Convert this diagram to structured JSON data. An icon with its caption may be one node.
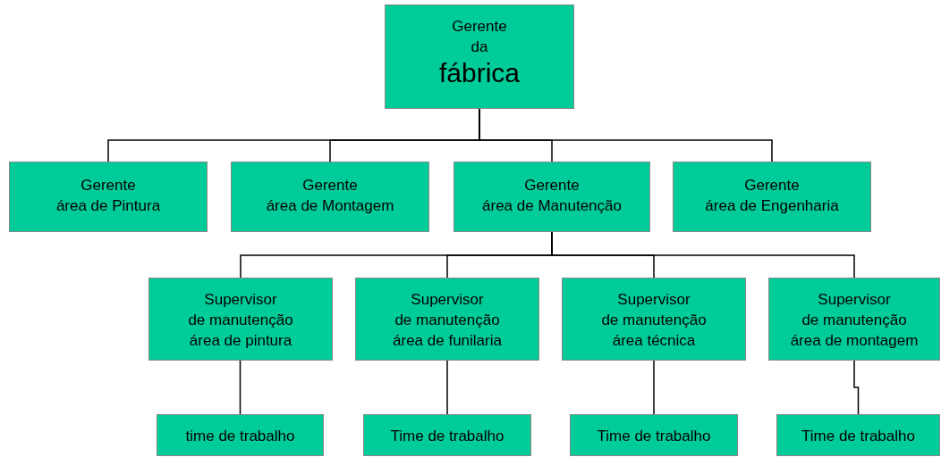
{
  "diagram": {
    "nodes": [
      {
        "text": [
          "Gerente",
          "da",
          "fábrica"
        ]
      },
      {
        "text": [
          "Gerente",
          "área de Pintura"
        ]
      },
      {
        "text": [
          "Gerente",
          "área de Montagem"
        ]
      },
      {
        "text": [
          "Gerente",
          "área de Manutenção"
        ]
      },
      {
        "text": [
          "Gerente",
          "área de Engenharia"
        ]
      },
      {
        "text": [
          "Supervisor",
          "de manutenção",
          "área de pintura"
        ]
      },
      {
        "text": [
          "Supervisor",
          "de manutenção",
          "área de funilaria"
        ]
      },
      {
        "text": [
          "Supervisor",
          "de manutenção",
          "área técnica"
        ]
      },
      {
        "text": [
          "Supervisor",
          "de manutenção",
          "área de montagem"
        ]
      },
      {
        "text": [
          "time de trabalho"
        ]
      },
      {
        "text": [
          "Time de trabalho"
        ]
      },
      {
        "text": [
          "Time de trabalho"
        ]
      },
      {
        "text": [
          "Time de trabalho"
        ]
      }
    ],
    "edges": [
      {
        "from": 0,
        "to": 1,
        "arrow": "none"
      },
      {
        "from": 0,
        "to": 2,
        "arrow": "none"
      },
      {
        "from": 0,
        "to": 3,
        "arrow": "none"
      },
      {
        "from": 0,
        "to": 4,
        "arrow": "none"
      },
      {
        "from": 3,
        "to": 5,
        "arrow": "none"
      },
      {
        "from": 3,
        "to": 6,
        "arrow": "none"
      },
      {
        "from": 3,
        "to": 7,
        "arrow": "none"
      },
      {
        "from": 3,
        "to": 8,
        "arrow": "none"
      },
      {
        "from": 5,
        "to": 9,
        "arrow": "none"
      },
      {
        "from": 6,
        "to": 10,
        "arrow": "none"
      },
      {
        "from": 7,
        "to": 11,
        "arrow": "none"
      },
      {
        "from": 8,
        "to": 12,
        "arrow": "none"
      }
    ]
  }
}
